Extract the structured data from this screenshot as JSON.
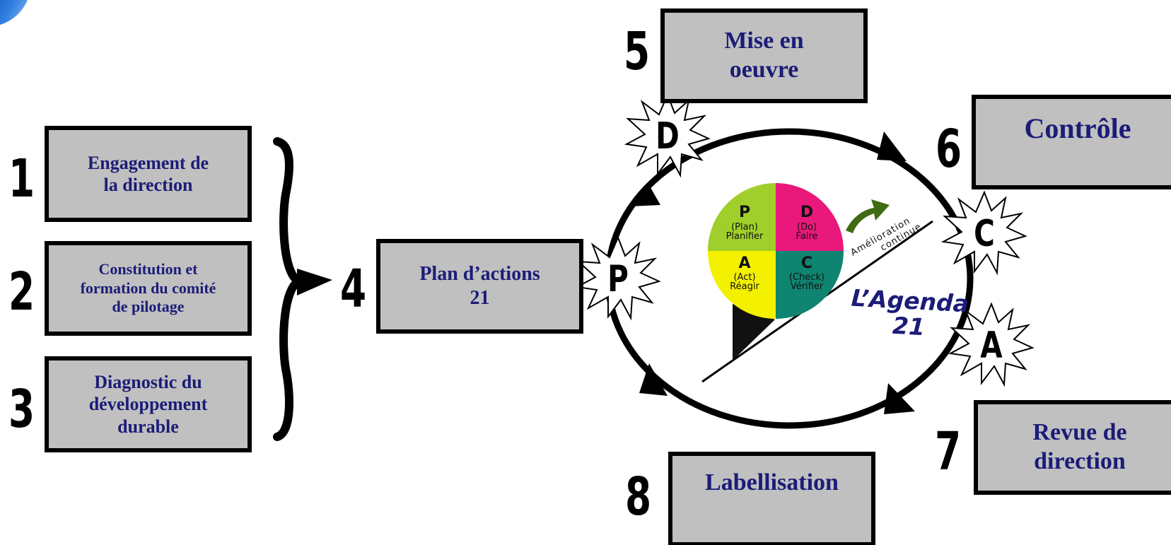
{
  "steps": [
    {
      "number": "1",
      "label": "Engagement de\nla direction"
    },
    {
      "number": "2",
      "label": "Constitution et\nformation du comité\nde pilotage"
    },
    {
      "number": "3",
      "label": "Diagnostic du\ndéveloppement\ndurable"
    },
    {
      "number": "4",
      "label": "Plan d’actions\n21"
    },
    {
      "number": "5",
      "label": "Mise en\noeuvre"
    },
    {
      "number": "6",
      "label": "Contrôle"
    },
    {
      "number": "7",
      "label": "Revue de\ndirection"
    },
    {
      "number": "8",
      "label": "Labellisation"
    }
  ],
  "cycle_markers": {
    "p": "P",
    "d": "D",
    "c": "C",
    "a": "A"
  },
  "pdca_wheel": {
    "plan": {
      "letter": "P",
      "english": "(Plan)",
      "french": "Planifier",
      "color": "#a0cf2b"
    },
    "do": {
      "letter": "D",
      "english": "(Do)",
      "french": "Faire",
      "color": "#e8197b"
    },
    "act": {
      "letter": "A",
      "english": "(Act)",
      "french": "Réagir",
      "color": "#f3f000"
    },
    "check": {
      "letter": "C",
      "english": "(Check)",
      "french": "Vérifier",
      "color": "#0f8470"
    }
  },
  "improvement_line1": "Amélioration",
  "improvement_line2": "continue",
  "agenda_line1": "L’Agenda",
  "agenda_line2": "21",
  "colors": {
    "box_fill": "#c0c0c0",
    "box_text": "#1c1c78",
    "improvement_arrow": "#3f6b12"
  }
}
